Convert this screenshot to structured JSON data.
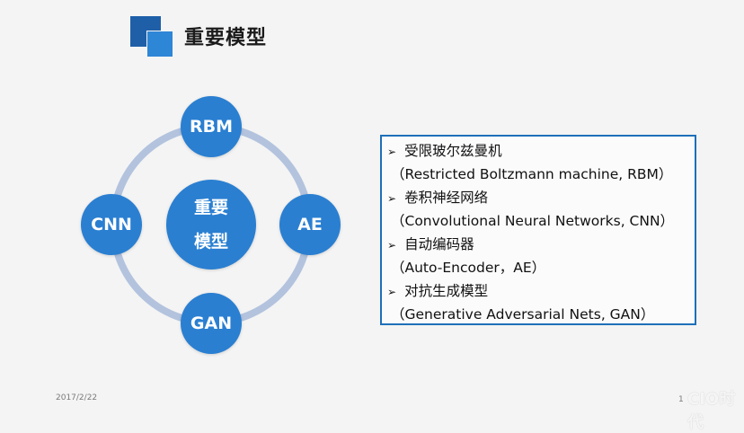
{
  "title": "重要模型",
  "diagram": {
    "top": "RBM",
    "right": "AE",
    "bottom": "GAN",
    "left": "CNN",
    "center_line1": "重要",
    "center_line2": "模型"
  },
  "models": [
    {
      "name": "受限玻尔兹曼机",
      "full": "（Restricted Boltzmann machine, RBM）"
    },
    {
      "name": "卷积神经网络",
      "full": "（Convolutional Neural Networks, CNN）"
    },
    {
      "name": "自动编码器",
      "full": "（Auto-Encoder，AE）"
    },
    {
      "name": "对抗生成模型",
      "full": "（Generative Adversarial Nets, GAN）"
    }
  ],
  "bullet": "➢",
  "footer": {
    "date": "2017/2/22",
    "page": "1",
    "watermark": "CIO时代"
  },
  "colors": {
    "node": "#2a7fd1",
    "ring": "#b3c3de",
    "box_border": "#1e6fb8",
    "title_square_dark": "#1f5fa8",
    "title_square_light": "#2e86d6"
  }
}
